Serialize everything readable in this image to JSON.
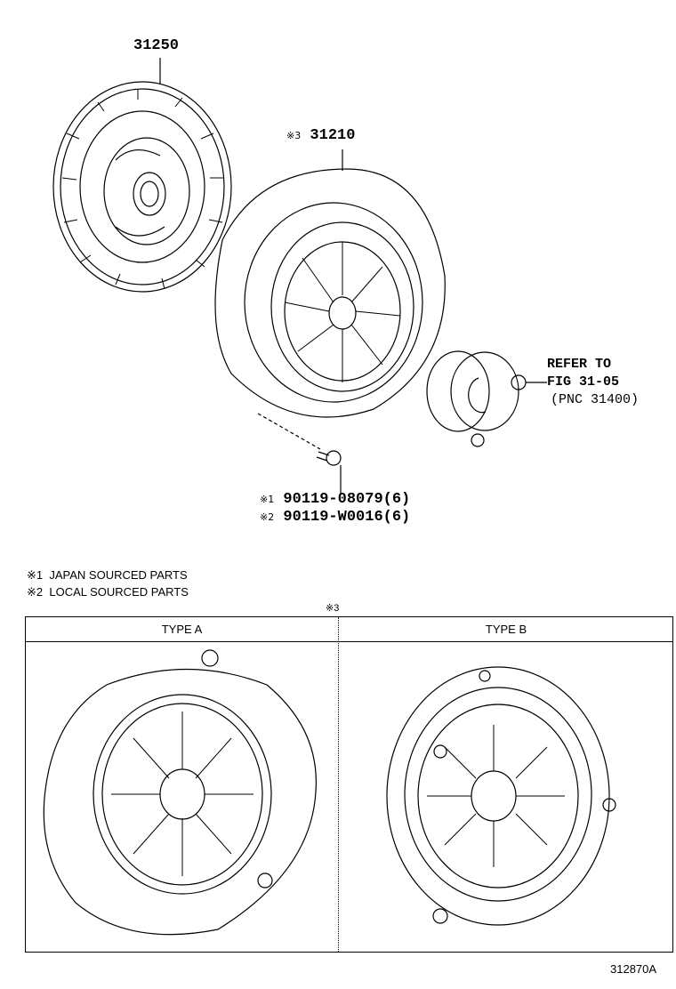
{
  "parts": {
    "clutch_disc": {
      "number": "31250"
    },
    "clutch_cover": {
      "mark": "※3",
      "number": "31210"
    },
    "bolt": [
      {
        "mark": "※1",
        "number": "90119-08079(6)"
      },
      {
        "mark": "※2",
        "number": "90119-W0016(6)"
      }
    ],
    "release_bearing_ref": {
      "line1": "REFER TO",
      "line2": "FIG 31-05",
      "line3": "(PNC 31400)"
    }
  },
  "notes": [
    {
      "mark": "※1",
      "text": "JAPAN SOURCED PARTS"
    },
    {
      "mark": "※2",
      "text": "LOCAL SOURCED PARTS"
    }
  ],
  "variant_table": {
    "mark": "※3",
    "columns": [
      "TYPE A",
      "TYPE B"
    ]
  },
  "figure_id": "312870A"
}
